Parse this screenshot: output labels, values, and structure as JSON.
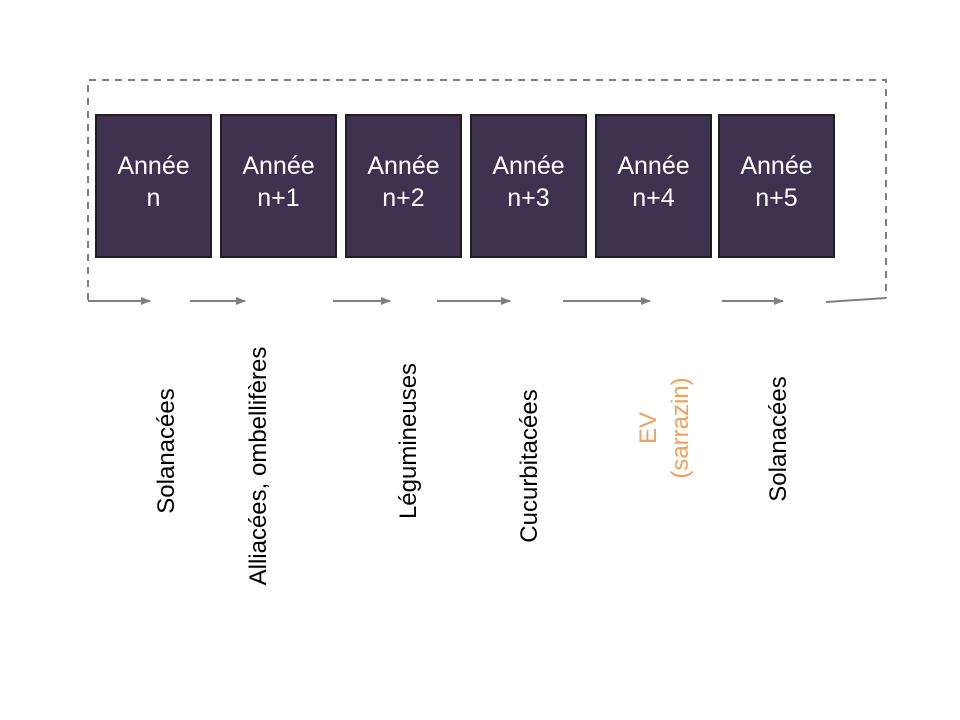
{
  "colors": {
    "box_fill": "#3f3150",
    "box_border": "#1e1e1e",
    "box_text": "#ffffff",
    "arrow": "#7f7f7f",
    "label_text": "#000000",
    "green_manure_text": "#f0a05a"
  },
  "years": [
    {
      "line1": "Année",
      "line2": "n"
    },
    {
      "line1": "Année",
      "line2": "n+1"
    },
    {
      "line1": "Année",
      "line2": "n+2"
    },
    {
      "line1": "Année",
      "line2": "n+3"
    },
    {
      "line1": "Année",
      "line2": "n+4"
    },
    {
      "line1": "Année",
      "line2": "n+5"
    }
  ],
  "crops": [
    {
      "line1": "Solanacées",
      "line2": ""
    },
    {
      "line1": "Alliacées, ombellifères",
      "line2": ""
    },
    {
      "line1": "Légumineuses",
      "line2": ""
    },
    {
      "line1": "Cucurbitacées",
      "line2": ""
    },
    {
      "line1": "EV",
      "line2": "(sarrazin)"
    },
    {
      "line1": "Solanacées",
      "line2": ""
    }
  ]
}
